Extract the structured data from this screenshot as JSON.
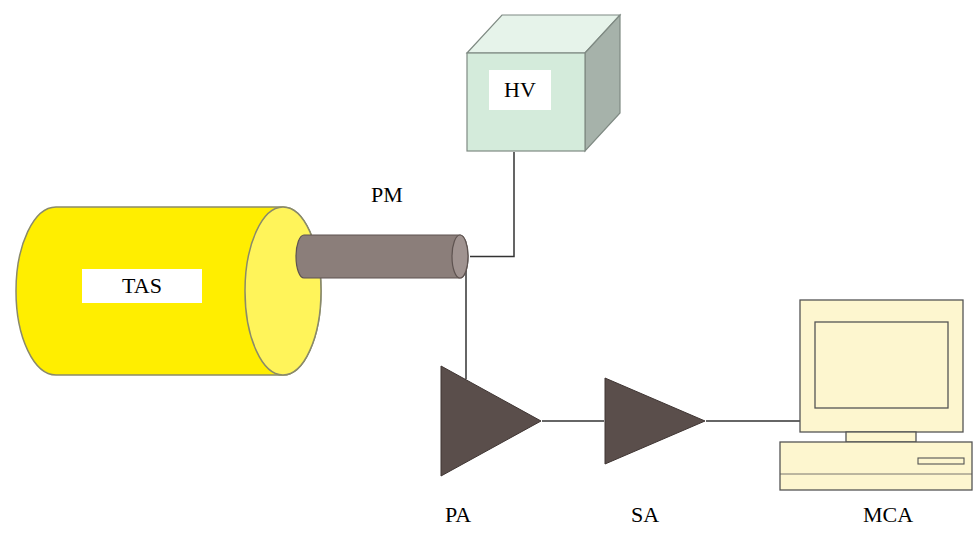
{
  "diagram": {
    "nodes": [
      {
        "text": [
          "TAS"
        ]
      },
      {
        "text": [
          "PM"
        ]
      },
      {
        "text": [
          "HV"
        ]
      },
      {
        "text": [
          "PA"
        ]
      },
      {
        "text": [
          "SA"
        ]
      },
      {
        "text": [
          "MCA"
        ]
      }
    ],
    "edges": [
      {
        "from": 1,
        "to": 2,
        "arrow": "none"
      },
      {
        "from": 1,
        "to": 3,
        "arrow": "none"
      },
      {
        "from": 3,
        "to": 4,
        "arrow": "none"
      },
      {
        "from": 4,
        "to": 5,
        "arrow": "none"
      }
    ]
  }
}
